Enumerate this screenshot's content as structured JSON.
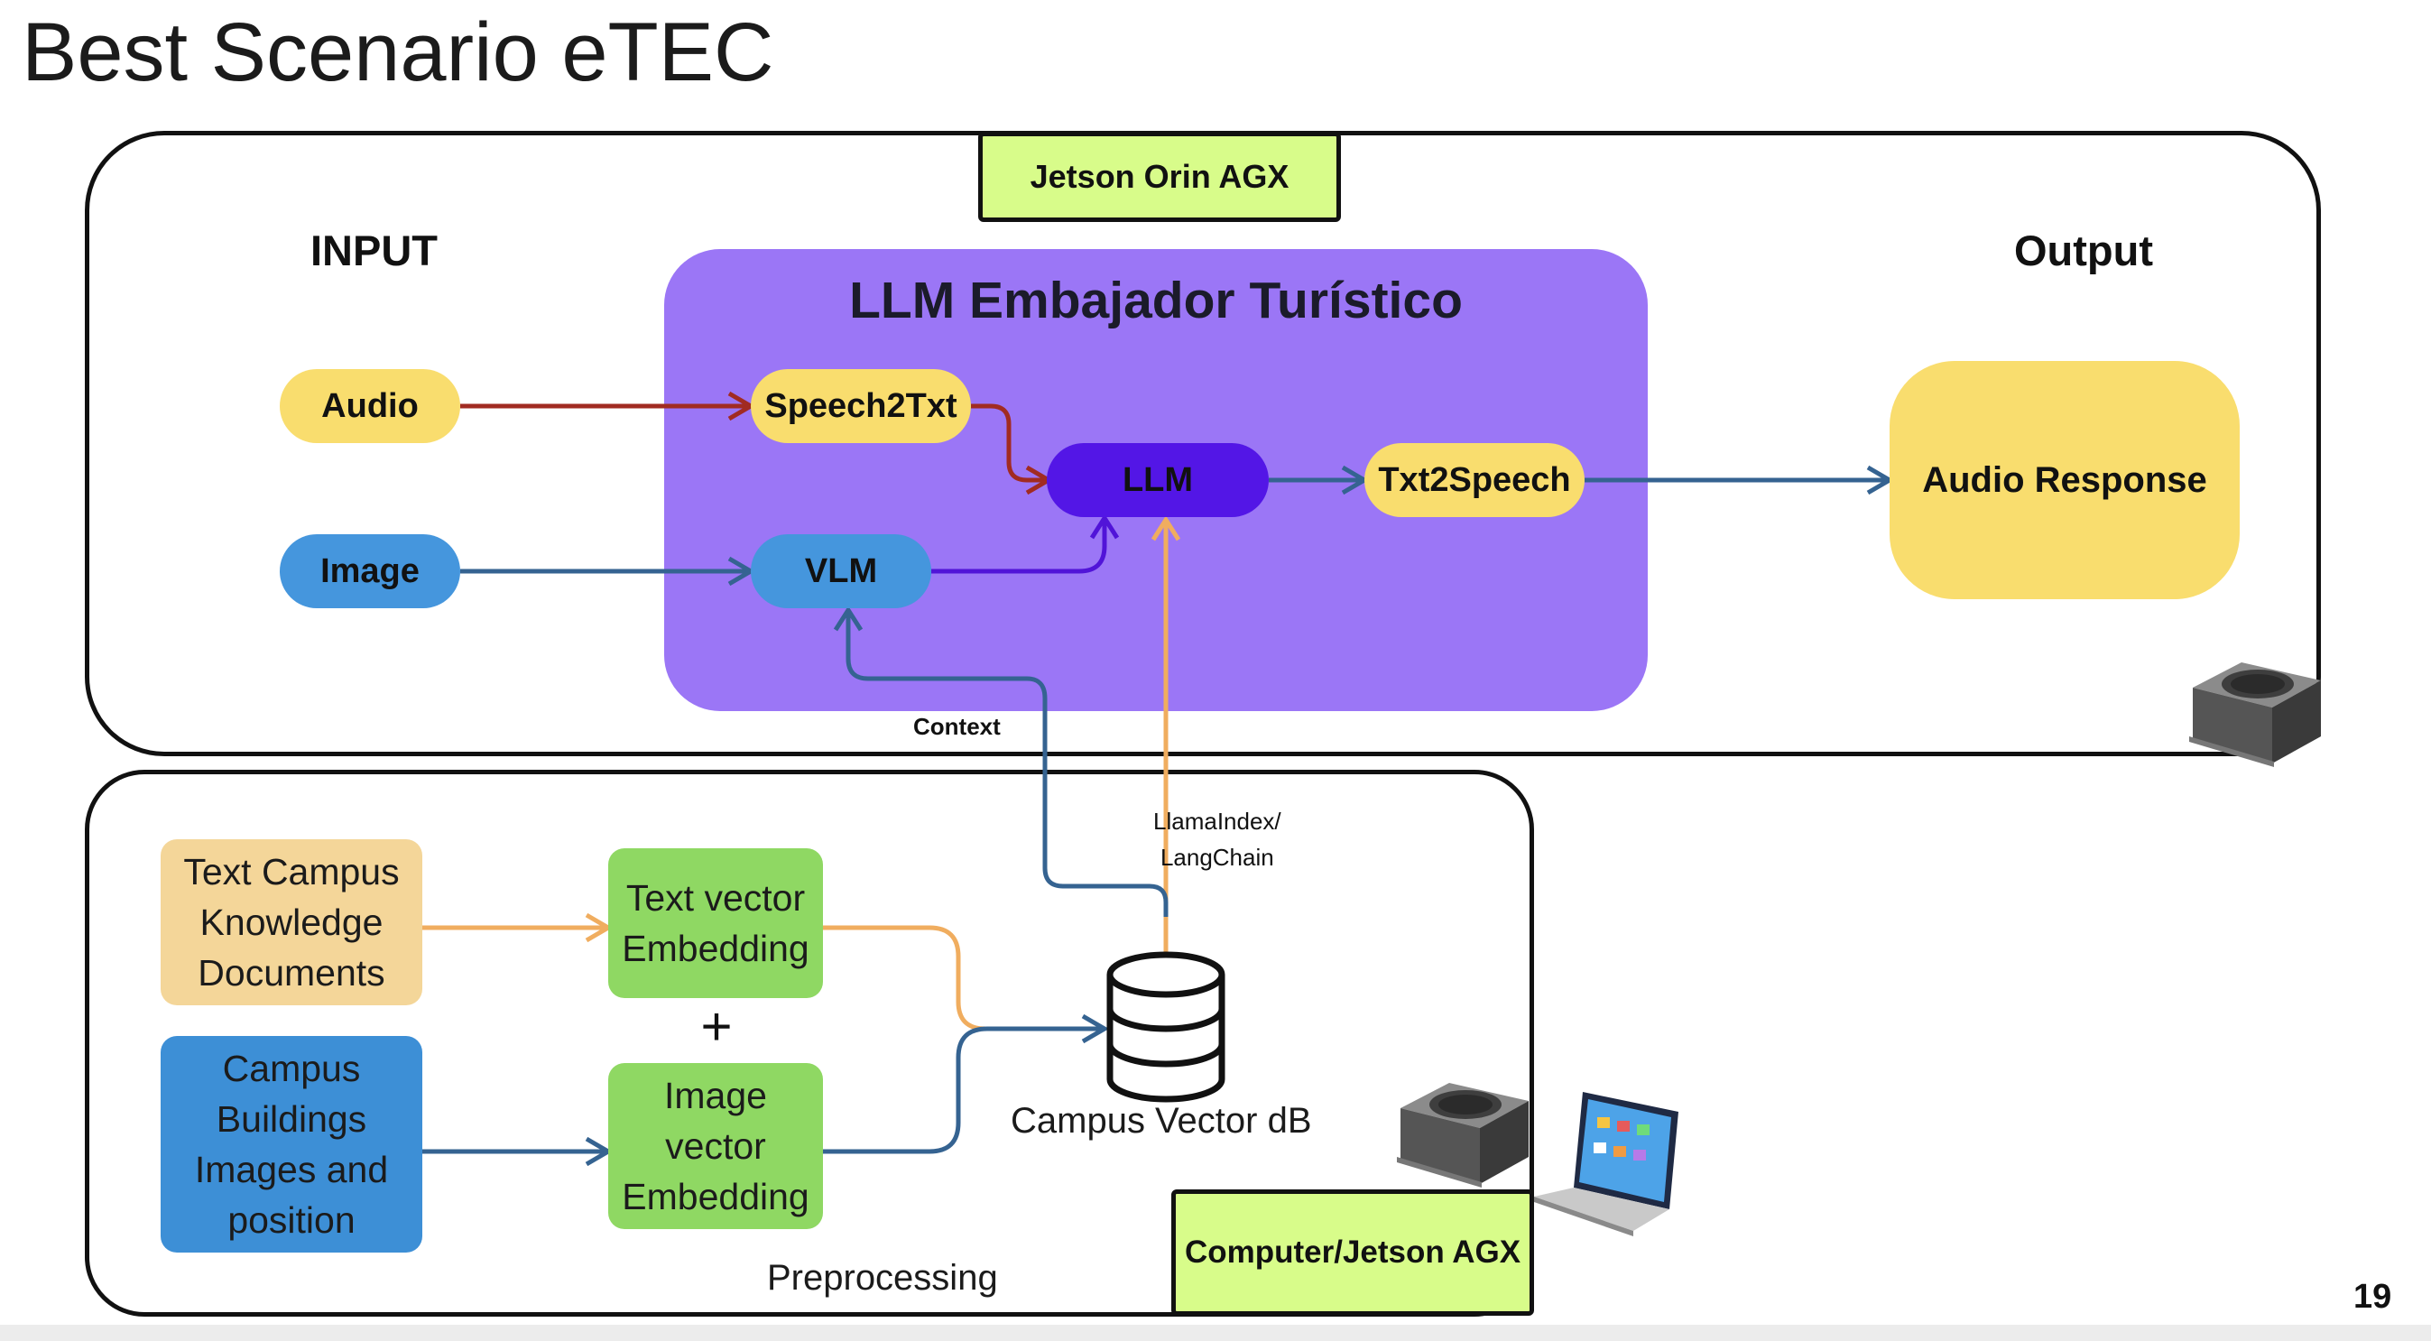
{
  "slide": {
    "title": "Best Scenario eTEC",
    "page_number": "19"
  },
  "top_section": {
    "hardware_label": "Jetson Orin AGX",
    "input_label": "INPUT",
    "output_label": "Output",
    "llm_panel_title": "LLM Embajador Turístico",
    "nodes": {
      "audio": "Audio",
      "image": "Image",
      "speech2txt": "Speech2Txt",
      "vlm": "VLM",
      "llm": "LLM",
      "txt2speech": "Txt2Speech",
      "audio_response": "Audio Response"
    },
    "context_label": "Context",
    "retrieval_label_line1": "LlamaIndex/",
    "retrieval_label_line2": "LangChain"
  },
  "bottom_section": {
    "hardware_label": "Computer/Jetson AGX",
    "preprocessing_label": "Preprocessing",
    "text_docs": [
      "Text Campus",
      "Knowledge",
      "Documents"
    ],
    "campus_images": [
      "Campus",
      "Buildings",
      "Images and",
      "position"
    ],
    "text_vector": [
      "Text vector",
      "Embedding"
    ],
    "image_vector": [
      "Image vector",
      "Embedding"
    ],
    "plus_sign": "+",
    "vector_db_label": "Campus Vector dB"
  },
  "colors": {
    "audio_path": "#a12b22",
    "blue_path": "#356391",
    "purple_path": "#5114d8",
    "orange_path": "#f0ad5f",
    "llm_panel": "#9b76f6",
    "hardware_badge": "#d8fc8a"
  },
  "icons": [
    "jetson-device-icon",
    "laptop-icon",
    "database-icon"
  ]
}
